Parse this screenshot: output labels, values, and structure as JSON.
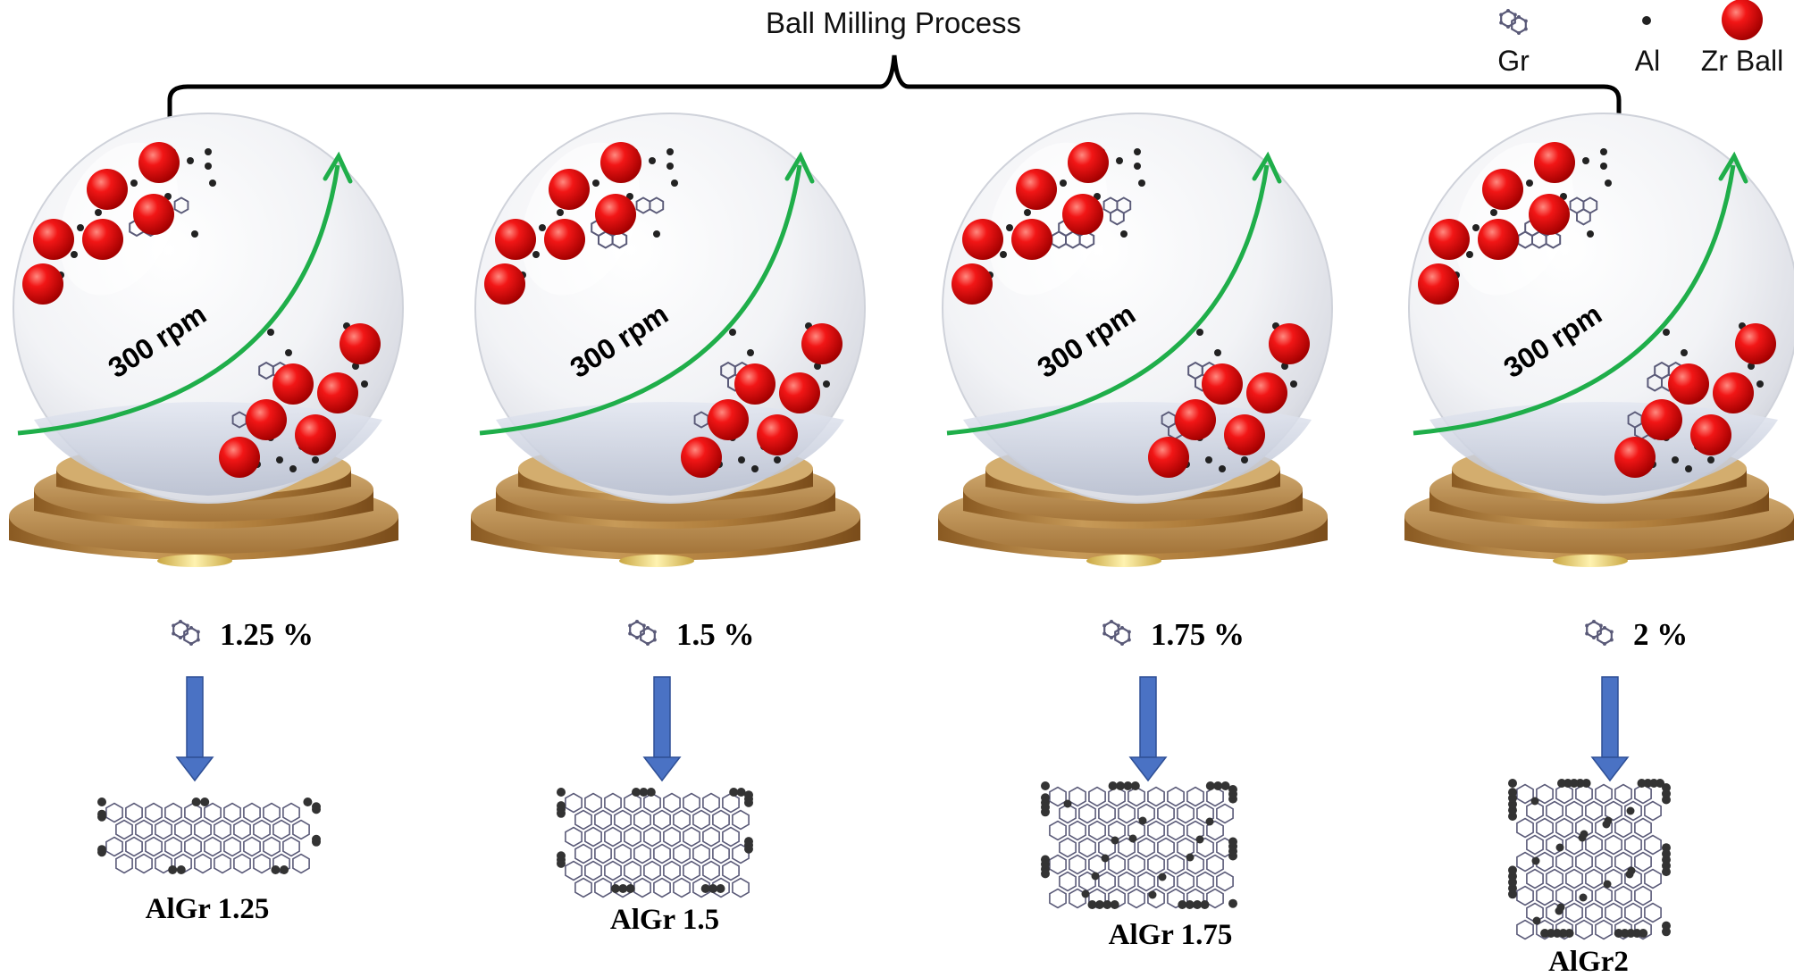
{
  "title": "Ball Milling Process",
  "legend": [
    {
      "icon": "graphene-hexagon-icon",
      "label": "Gr"
    },
    {
      "icon": "aluminum-dot-icon",
      "label": "Al"
    },
    {
      "icon": "zirconia-ball-icon",
      "label": "Zr Ball"
    }
  ],
  "colors": {
    "zr_ball": "#e01010",
    "al_particle": "#222222",
    "graphene": "#5a5a78",
    "rotation_arrow": "#1fae4a",
    "down_arrow": "#4a72c4",
    "stand": "#a87a3a",
    "jar": "#e6e8ee"
  },
  "stages": [
    {
      "rpm_label": "300 rpm",
      "gr_percent": "1.25 %",
      "product": "AlGr 1.25"
    },
    {
      "rpm_label": "300 rpm",
      "gr_percent": "1.5 %",
      "product": "AlGr 1.5"
    },
    {
      "rpm_label": "300 rpm",
      "gr_percent": "1.75 %",
      "product": "AlGr 1.75"
    },
    {
      "rpm_label": "300 rpm",
      "gr_percent": "2 %",
      "product": "AlGr2"
    }
  ]
}
